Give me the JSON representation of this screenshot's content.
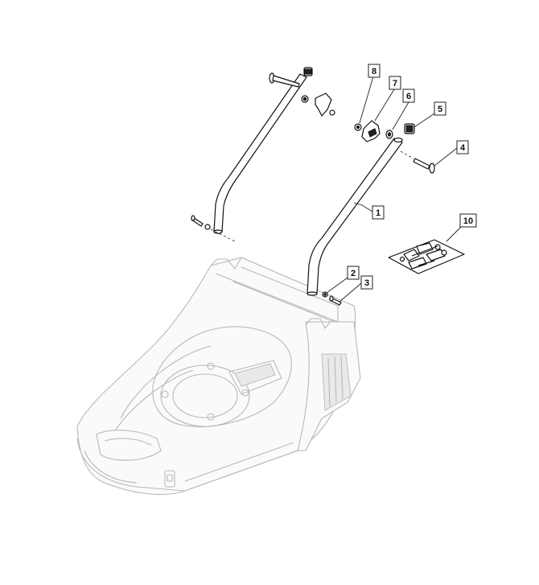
{
  "diagram": {
    "callouts": [
      {
        "id": "1",
        "label": "1"
      },
      {
        "id": "2",
        "label": "2"
      },
      {
        "id": "3",
        "label": "3"
      },
      {
        "id": "4",
        "label": "4"
      },
      {
        "id": "5",
        "label": "5"
      },
      {
        "id": "6",
        "label": "6"
      },
      {
        "id": "7",
        "label": "7"
      },
      {
        "id": "8",
        "label": "8"
      },
      {
        "id": "10",
        "label": "10"
      }
    ],
    "colors": {
      "line": "#111111",
      "deck_line": "#b8b8b8",
      "background": "#ffffff"
    }
  }
}
